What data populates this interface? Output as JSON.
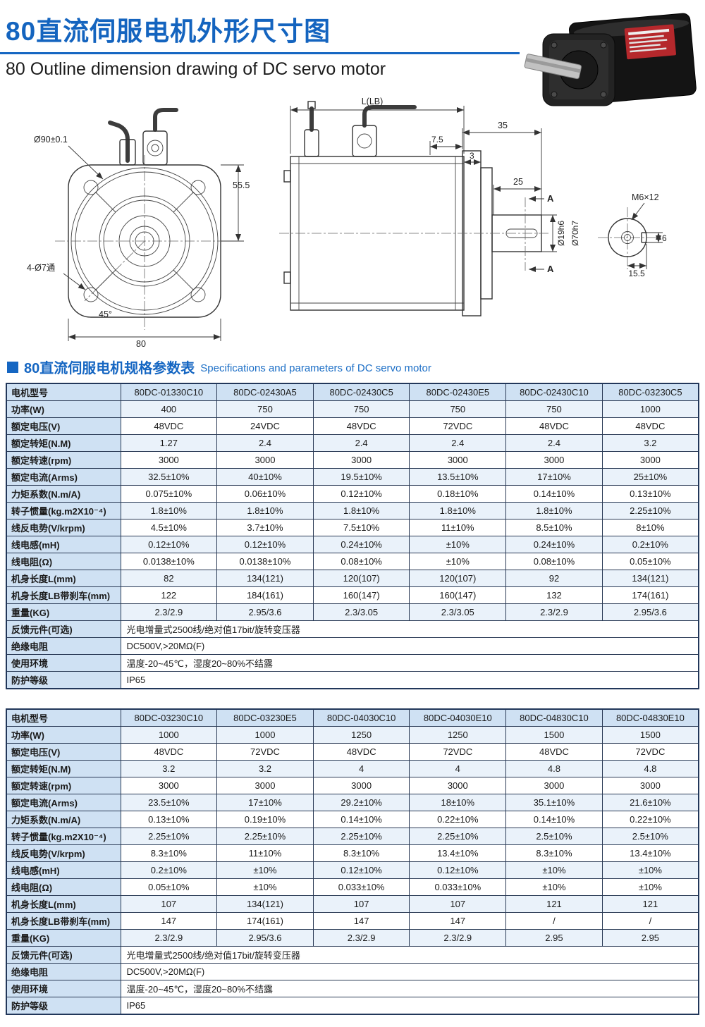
{
  "page": {
    "title_zh": "80直流伺服电机外形尺寸图",
    "title_en": "80 Outline dimension drawing of DC servo motor",
    "section_title_zh": "80直流伺服电机规格参数表",
    "section_title_en": "Specifications and parameters of DC servo motor"
  },
  "colors": {
    "accent_blue": "#1566c2",
    "table_header_bg": "#cfe1f3",
    "table_border": "#22375a"
  },
  "drawing": {
    "front": {
      "dia": "Ø90±0.1",
      "height": "55.5",
      "holes": "4-Ø7通",
      "angle": "45°",
      "width": "80"
    },
    "side": {
      "length": "L(LB)",
      "d35": "35",
      "d75": "7.5",
      "d3": "3",
      "d25": "25",
      "section_a": "A",
      "shaft_dia": "Ø19h6",
      "boss_dia": "Ø70h7"
    },
    "shaft_end": {
      "tap": "M6×12",
      "key_w": "6",
      "key_d": "15.5"
    }
  },
  "table1": {
    "model_label": "电机型号",
    "models": [
      "80DC-01330C10",
      "80DC-02430A5",
      "80DC-02430C5",
      "80DC-02430E5",
      "80DC-02430C10",
      "80DC-03230C5"
    ],
    "rows": [
      {
        "label": "功率(W)",
        "values": [
          "400",
          "750",
          "750",
          "750",
          "750",
          "1000"
        ]
      },
      {
        "label": "额定电压(V)",
        "values": [
          "48VDC",
          "24VDC",
          "48VDC",
          "72VDC",
          "48VDC",
          "48VDC"
        ]
      },
      {
        "label": "额定转矩(N.M)",
        "values": [
          "1.27",
          "2.4",
          "2.4",
          "2.4",
          "2.4",
          "3.2"
        ]
      },
      {
        "label": "额定转速(rpm)",
        "values": [
          "3000",
          "3000",
          "3000",
          "3000",
          "3000",
          "3000"
        ]
      },
      {
        "label": "额定电流(Arms)",
        "values": [
          "32.5±10%",
          "40±10%",
          "19.5±10%",
          "13.5±10%",
          "17±10%",
          "25±10%"
        ]
      },
      {
        "label": "力矩系数(N.m/A)",
        "values": [
          "0.075±10%",
          "0.06±10%",
          "0.12±10%",
          "0.18±10%",
          "0.14±10%",
          "0.13±10%"
        ]
      },
      {
        "label": "转子惯量(kg.m2X10⁻⁴)",
        "values": [
          "1.8±10%",
          "1.8±10%",
          "1.8±10%",
          "1.8±10%",
          "1.8±10%",
          "2.25±10%"
        ]
      },
      {
        "label": "线反电势(V/krpm)",
        "values": [
          "4.5±10%",
          "3.7±10%",
          "7.5±10%",
          "11±10%",
          "8.5±10%",
          "8±10%"
        ]
      },
      {
        "label": "线电感(mH)",
        "values": [
          "0.12±10%",
          "0.12±10%",
          "0.24±10%",
          "±10%",
          "0.24±10%",
          "0.2±10%"
        ]
      },
      {
        "label": "线电阻(Ω)",
        "values": [
          "0.0138±10%",
          "0.0138±10%",
          "0.08±10%",
          "±10%",
          "0.08±10%",
          "0.05±10%"
        ]
      },
      {
        "label": "机身长度L(mm)",
        "values": [
          "82",
          "134(121)",
          "120(107)",
          "120(107)",
          "92",
          "134(121)"
        ]
      },
      {
        "label": "机身长度LB带刹车(mm)",
        "values": [
          "122",
          "184(161)",
          "160(147)",
          "160(147)",
          "132",
          "174(161)"
        ]
      },
      {
        "label": "重量(KG)",
        "values": [
          "2.3/2.9",
          "2.95/3.6",
          "2.3/3.05",
          "2.3/3.05",
          "2.3/2.9",
          "2.95/3.6"
        ]
      }
    ],
    "span_rows": [
      {
        "label": "反馈元件(可选)",
        "value": "光电增量式2500线/绝对值17bit/旋转变压器"
      },
      {
        "label": "绝缘电阻",
        "value": "DC500V,>20MΩ(F)"
      },
      {
        "label": "使用环境",
        "value": "温度-20~45℃，湿度20~80%不结露"
      },
      {
        "label": "防护等级",
        "value": "IP65"
      }
    ]
  },
  "table2": {
    "model_label": "电机型号",
    "models": [
      "80DC-03230C10",
      "80DC-03230E5",
      "80DC-04030C10",
      "80DC-04030E10",
      "80DC-04830C10",
      "80DC-04830E10"
    ],
    "rows": [
      {
        "label": "功率(W)",
        "values": [
          "1000",
          "1000",
          "1250",
          "1250",
          "1500",
          "1500"
        ]
      },
      {
        "label": "额定电压(V)",
        "values": [
          "48VDC",
          "72VDC",
          "48VDC",
          "72VDC",
          "48VDC",
          "72VDC"
        ]
      },
      {
        "label": "额定转矩(N.M)",
        "values": [
          "3.2",
          "3.2",
          "4",
          "4",
          "4.8",
          "4.8"
        ]
      },
      {
        "label": "额定转速(rpm)",
        "values": [
          "3000",
          "3000",
          "3000",
          "3000",
          "3000",
          "3000"
        ]
      },
      {
        "label": "额定电流(Arms)",
        "values": [
          "23.5±10%",
          "17±10%",
          "29.2±10%",
          "18±10%",
          "35.1±10%",
          "21.6±10%"
        ]
      },
      {
        "label": "力矩系数(N.m/A)",
        "values": [
          "0.13±10%",
          "0.19±10%",
          "0.14±10%",
          "0.22±10%",
          "0.14±10%",
          "0.22±10%"
        ]
      },
      {
        "label": "转子惯量(kg.m2X10⁻⁴)",
        "values": [
          "2.25±10%",
          "2.25±10%",
          "2.25±10%",
          "2.25±10%",
          "2.5±10%",
          "2.5±10%"
        ]
      },
      {
        "label": "线反电势(V/krpm)",
        "values": [
          "8.3±10%",
          "11±10%",
          "8.3±10%",
          "13.4±10%",
          "8.3±10%",
          "13.4±10%"
        ]
      },
      {
        "label": "线电感(mH)",
        "values": [
          "0.2±10%",
          "±10%",
          "0.12±10%",
          "0.12±10%",
          "±10%",
          "±10%"
        ]
      },
      {
        "label": "线电阻(Ω)",
        "values": [
          "0.05±10%",
          "±10%",
          "0.033±10%",
          "0.033±10%",
          "±10%",
          "±10%"
        ]
      },
      {
        "label": "机身长度L(mm)",
        "values": [
          "107",
          "134(121)",
          "107",
          "107",
          "121",
          "121"
        ]
      },
      {
        "label": "机身长度LB带刹车(mm)",
        "values": [
          "147",
          "174(161)",
          "147",
          "147",
          "/",
          "/"
        ]
      },
      {
        "label": "重量(KG)",
        "values": [
          "2.3/2.9",
          "2.95/3.6",
          "2.3/2.9",
          "2.3/2.9",
          "2.95",
          "2.95"
        ]
      }
    ],
    "span_rows": [
      {
        "label": "反馈元件(可选)",
        "value": "光电增量式2500线/绝对值17bit/旋转变压器"
      },
      {
        "label": "绝缘电阻",
        "value": "DC500V,>20MΩ(F)"
      },
      {
        "label": "使用环境",
        "value": "温度-20~45℃，湿度20~80%不结露"
      },
      {
        "label": "防护等级",
        "value": "IP65"
      }
    ]
  }
}
